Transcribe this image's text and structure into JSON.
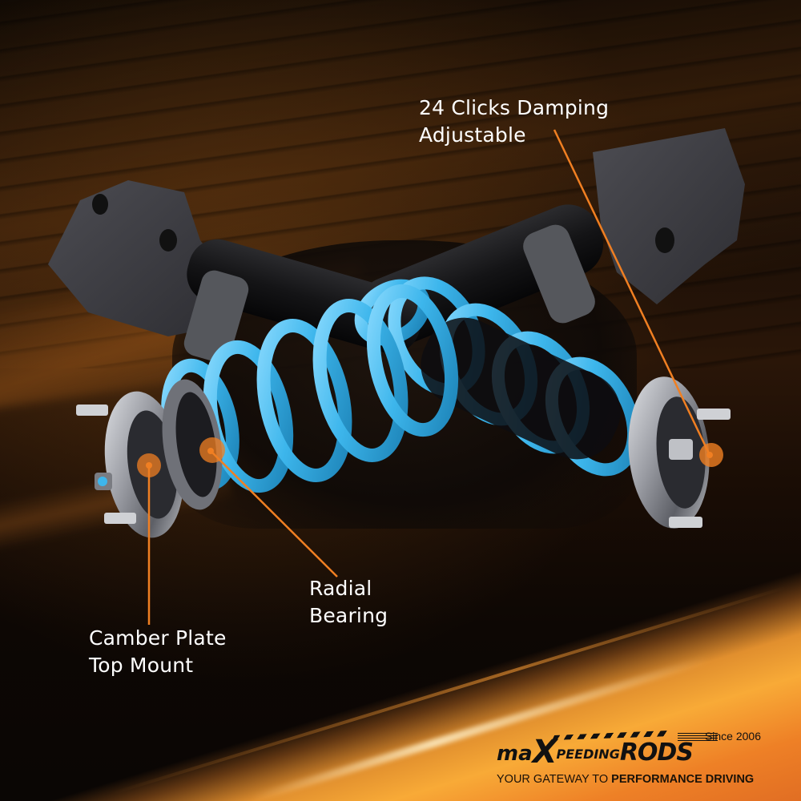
{
  "colors": {
    "background_dark": "#0a0604",
    "orange_accent": "#f08a2a",
    "callout_line": "#f07f22",
    "spring_blue": "#3db6ec",
    "text_white": "#ffffff",
    "logo_black": "#111111"
  },
  "callouts": [
    {
      "id": "damping",
      "lines": [
        "24 Clicks Damping",
        "Adjustable"
      ]
    },
    {
      "id": "radial-bearing",
      "lines": [
        "Radial",
        "Bearing"
      ]
    },
    {
      "id": "camber-plate",
      "lines": [
        "Camber Plate",
        "Top Mount"
      ]
    }
  ],
  "logo": {
    "wordmark_parts": [
      "ma",
      "X",
      "PEEDING",
      "RODS"
    ],
    "since": "Since 2006",
    "tagline_light": "YOUR GATEWAY TO ",
    "tagline_bold": "PERFORMANCE DRIVING"
  },
  "product": {
    "name": "coilover-suspension-pair",
    "components": [
      "strut-housing",
      "threaded-body",
      "coil-spring",
      "camber-plate",
      "radial-bearing",
      "damping-adjuster-knob"
    ]
  }
}
